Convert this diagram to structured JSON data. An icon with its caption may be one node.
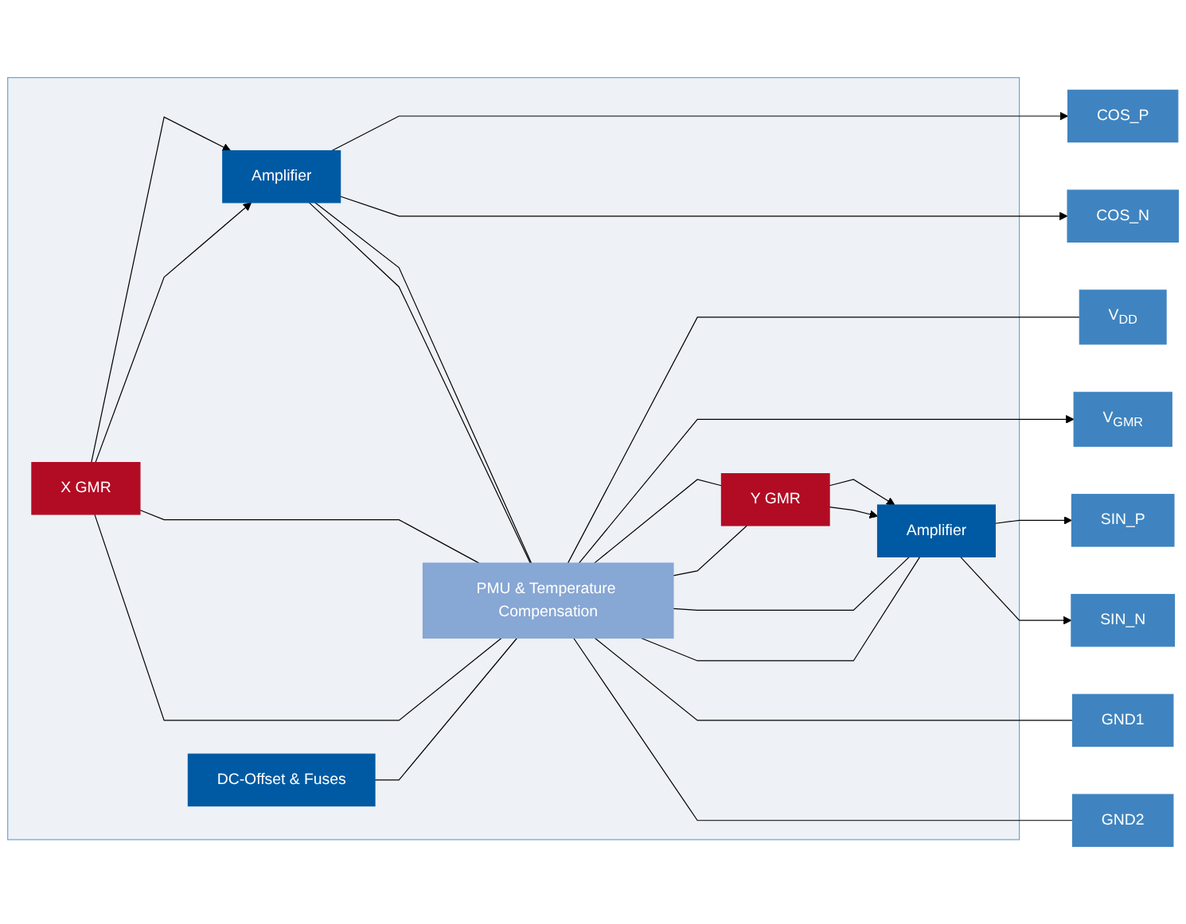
{
  "diagram": {
    "nodes": [
      {
        "text": [],
        "shape": "box"
      },
      {
        "text": [
          "V$_{DD}$"
        ]
      },
      {
        "text": [
          "DC-Offset & Fuses"
        ],
        "in": 0
      },
      {
        "text": [
          "X GMR"
        ],
        "in": 0
      },
      {
        "text": [
          "Amplifier"
        ],
        "in": 0
      },
      {
        "text": [
          "COS_P"
        ]
      },
      {
        "text": [
          "COS_N"
        ]
      },
      {
        "text": [
          "PMU & Temperature Compensation"
        ],
        "in": 0
      },
      {
        "text": [
          "V$_{GMR}$"
        ]
      },
      {
        "text": [
          "Y GMR"
        ],
        "in": 0
      },
      {
        "text": [
          "Amplifier"
        ],
        "in": 0
      },
      {
        "text": [
          "SIN_P"
        ]
      },
      {
        "text": [
          "SIN_N"
        ]
      },
      {
        "text": [
          "GND1"
        ]
      },
      {
        "text": [
          "GND2"
        ]
      }
    ],
    "edges": [
      {
        "from": 7,
        "to": 1,
        "arrow": "none"
      },
      {
        "from": 2,
        "to": 7,
        "arrow": "none"
      },
      {
        "from": 3,
        "to": 4,
        "arrow": "to"
      },
      {
        "from": 3,
        "to": 4,
        "arrow": "to"
      },
      {
        "from": 4,
        "to": 5,
        "arrow": "to"
      },
      {
        "from": 4,
        "to": 6,
        "arrow": "to"
      },
      {
        "from": 3,
        "to": 7,
        "arrow": "none"
      },
      {
        "from": 3,
        "to": 7,
        "arrow": "none"
      },
      {
        "from": 4,
        "to": 7,
        "arrow": "none"
      },
      {
        "from": 4,
        "to": 7,
        "arrow": "none"
      },
      {
        "from": 7,
        "to": 8,
        "arrow": "to"
      },
      {
        "from": 7,
        "to": 9,
        "arrow": "none"
      },
      {
        "from": 7,
        "to": 9,
        "arrow": "none"
      },
      {
        "from": 7,
        "to": 10,
        "arrow": "none"
      },
      {
        "from": 7,
        "to": 10,
        "arrow": "none"
      },
      {
        "from": 9,
        "to": 10,
        "arrow": "to"
      },
      {
        "from": 9,
        "to": 10,
        "arrow": "to"
      },
      {
        "from": 10,
        "to": 11,
        "arrow": "to"
      },
      {
        "from": 10,
        "to": 12,
        "arrow": "to"
      },
      {
        "from": 7,
        "to": 13,
        "arrow": "none"
      },
      {
        "from": 7,
        "to": 14,
        "arrow": "none"
      }
    ]
  }
}
